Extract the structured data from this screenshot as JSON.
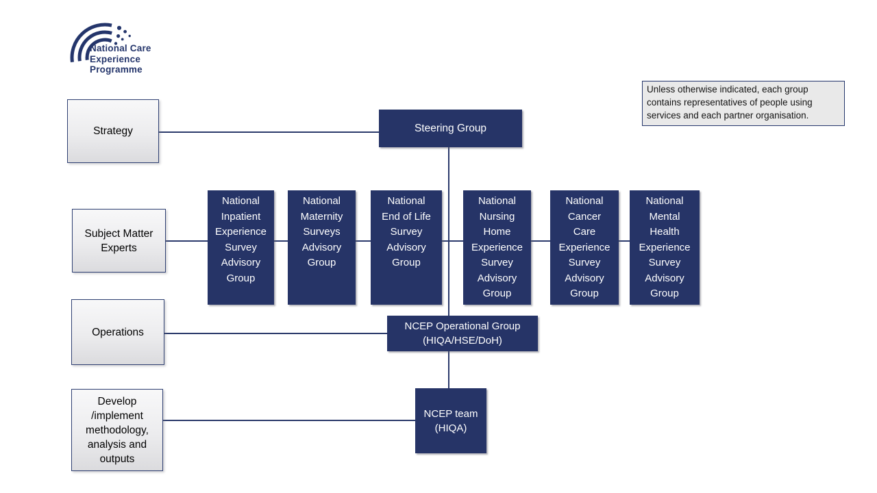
{
  "logo": {
    "line1": "National Care",
    "line2": "Experience",
    "line3": "Programme"
  },
  "note": "Unless otherwise indicated, each group\ncontains representatives of people using\nservices and each partner organisation.",
  "row_labels": {
    "strategy": "Strategy",
    "subject_matter_experts": "Subject Matter\nExperts",
    "operations": "Operations",
    "develop": "Develop\n/implement\nmethodology,\nanalysis and\noutputs"
  },
  "groups": {
    "steering": "Steering Group",
    "operational": "NCEP Operational Group\n(HIQA/HSE/DoH)",
    "ncep_team": "NCEP team\n(HIQA)"
  },
  "advisory_groups": [
    "National\nInpatient\nExperience\nSurvey\nAdvisory\nGroup",
    "National\nMaternity\nSurveys\nAdvisory\nGroup",
    "National\nEnd of Life\nSurvey\nAdvisory\nGroup",
    "National\nNursing\nHome\nExperience\nSurvey\nAdvisory\nGroup",
    "National\nCancer\nCare\nExperience\nSurvey\nAdvisory\nGroup",
    "National\nMental\nHealth\nExperience\nSurvey\nAdvisory\nGroup"
  ],
  "colors": {
    "navy": "#263467",
    "gray_fill": "#ececee",
    "box_border": "#2e3f72",
    "note_fill": "#e9e9e9",
    "connector_line": "#2b3a6b",
    "logo_navy": "#24356b"
  }
}
